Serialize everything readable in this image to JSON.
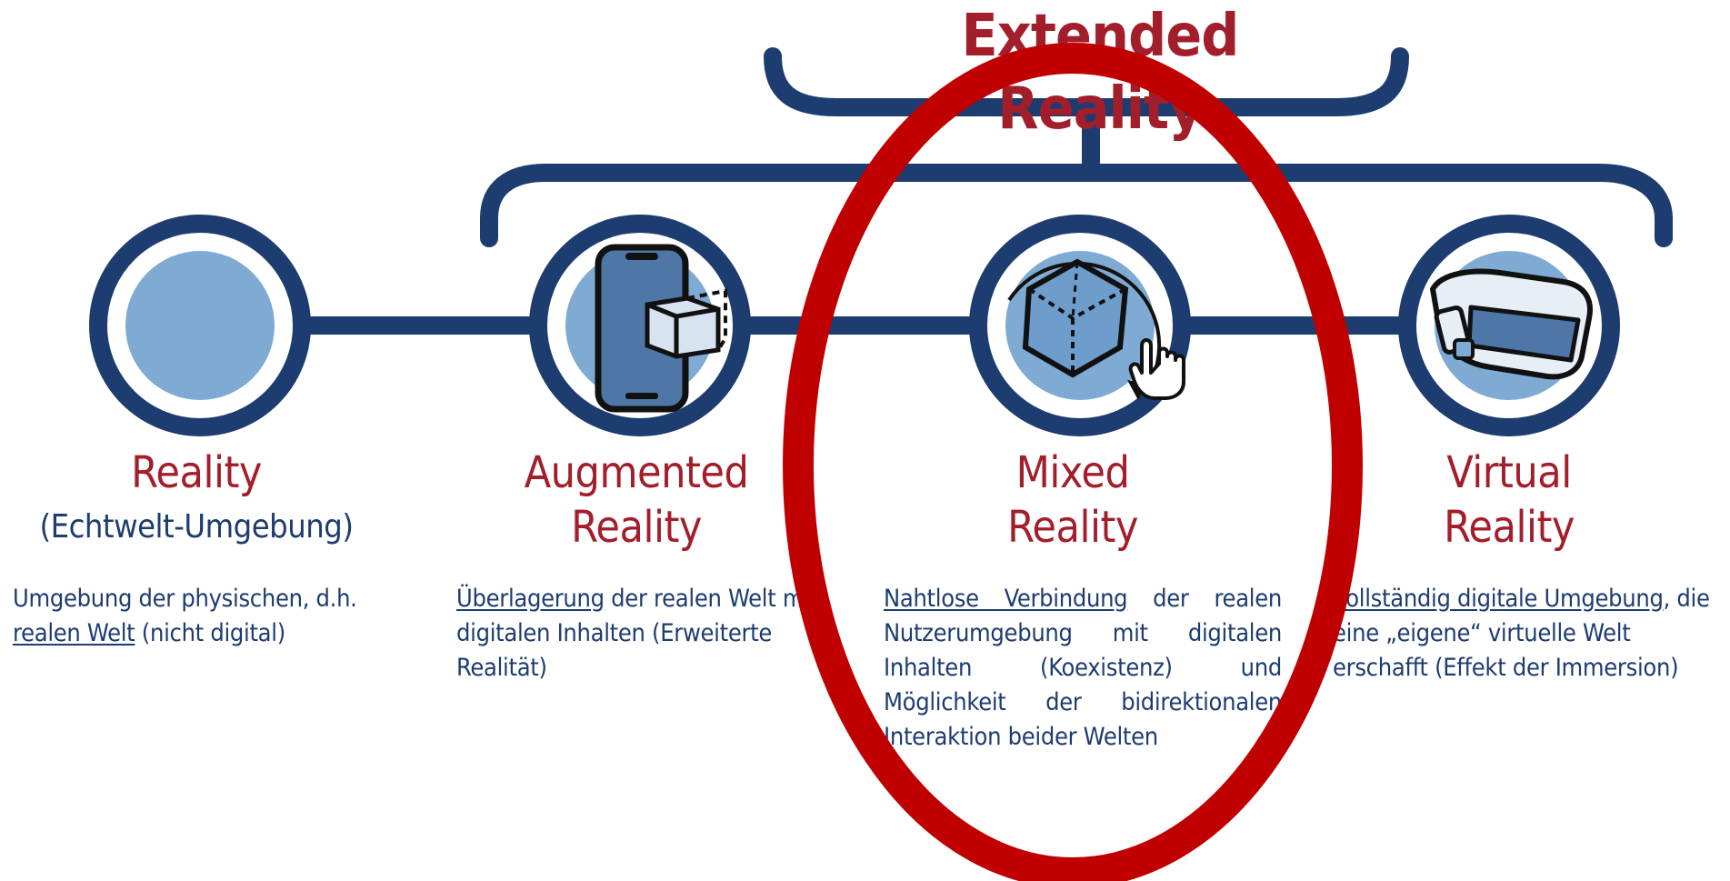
{
  "title": "Extended Reality",
  "colors": {
    "navy": "#1d3c70",
    "light_blue": "#7eaad4",
    "accent_red": "#a31e2b",
    "highlight_red": "#c00000"
  },
  "stages": [
    {
      "title": "Reality",
      "subtitle": "(Echtwelt-Umgebung)",
      "icon": "empty-circle-icon",
      "desc_underlined": "realen Welt",
      "desc_before": "Umgebung der physischen, d.h. ",
      "desc_after": " (nicht digital)"
    },
    {
      "title_line1": "Augmented",
      "title_line2": "Reality",
      "icon": "smartphone-cube-icon",
      "desc_underlined": "Überlagerung",
      "desc_after": " der realen Welt mit digitalen Inhalten (Erweiterte Realität)"
    },
    {
      "title_line1": "Mixed",
      "title_line2": "Reality",
      "icon": "cube-hand-interaction-icon",
      "desc_underlined": "Nahtlose Verbindung",
      "desc_after": " der realen Nutzerumgebung mit digitalen Inhalten (Koexistenz) und Möglichkeit der bidirektionalen Interaktion beider Welten"
    },
    {
      "title_line1": "Virtual",
      "title_line2": "Reality",
      "icon": "vr-headset-icon",
      "desc_underlined": "Vollständig digitale Umgebung",
      "desc_after": ", die eine „eigene“ virtuelle Welt erschafft (Effekt der Immersion)"
    }
  ],
  "highlight": {
    "shape": "ellipse",
    "target": "Mixed Reality",
    "color": "#c00000"
  }
}
